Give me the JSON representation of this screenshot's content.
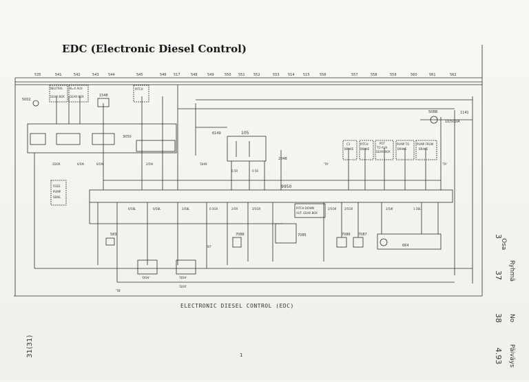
{
  "title": "EDC (Electronic Diesel Control)",
  "caption": "ELECTRONIC DIESEL CONTROL (EDC)",
  "side_page_id": "31(31)",
  "bottom_mark": "1",
  "sidebar": {
    "columns": [
      {
        "label": "Osa",
        "value": "3"
      },
      {
        "label": "Ryhmä",
        "value": "37"
      },
      {
        "label": "No",
        "value": "38"
      },
      {
        "label": "Päiväys",
        "value": "4.93"
      }
    ]
  },
  "bus_numbers": [
    "535",
    "541",
    "542",
    "543",
    "544",
    "545",
    "546",
    "517",
    "548",
    "549",
    "550",
    "551",
    "552",
    "553",
    "514",
    "515",
    "556",
    "557",
    "558",
    "559",
    "560",
    "561",
    "562"
  ],
  "components": {
    "ecu": {
      "id": "9950"
    },
    "relay_block": {
      "id": "105"
    },
    "fuse": {
      "id": "1141",
      "rating": "10/50DA"
    },
    "connector_right": {
      "id": "50BB"
    },
    "c_7085": "7085",
    "c_7086": "7086",
    "c_7087": "7087",
    "c_664": "664",
    "c_7088": "7088",
    "c_3050": "3050",
    "c_6149": "6149",
    "c_5002": "5002",
    "c_583": "583",
    "c_2048": "2048",
    "c_1548": "1548"
  },
  "boxes": {
    "neutral": [
      "NEUTRAL",
      "GEAR BOX"
    ],
    "n_aux": [
      "N=X AUX",
      "GEAR BOX"
    ],
    "pitch": [
      "PITCH"
    ],
    "c3_box": [
      "C3",
      "BRAKE"
    ],
    "pitch2": [
      "PITCH",
      "BRAKE"
    ],
    "pot": [
      "POT",
      "TO AUX",
      "GEAR BOX"
    ],
    "pump_to": [
      "PUMP TO",
      "BRAKE"
    ],
    "pump_from": [
      "PUMP FROM",
      "BRAKE"
    ],
    "pitch_down": [
      "PITCH DOWN",
      "AUT. GEAR BOX"
    ],
    "feed": [
      "FEED",
      "PUMP",
      "SENS."
    ]
  },
  "wire_codes": [
    "2DOR",
    "6/5M",
    "6/5M",
    "2/5M",
    "6/5BL",
    "6/5BL",
    "2/5BL",
    "0.5GR",
    "2/5R",
    "2/5GR",
    "2/5OR",
    "2/5GR",
    "2/5W",
    "1.5BL",
    "0.5R",
    "0.5R"
  ],
  "conn_codes": [
    "'DOH'",
    "'DOH'",
    "'DOR'",
    "'B7'",
    "'DHN'",
    "'TA'",
    "'TA'",
    "'TB'"
  ]
}
